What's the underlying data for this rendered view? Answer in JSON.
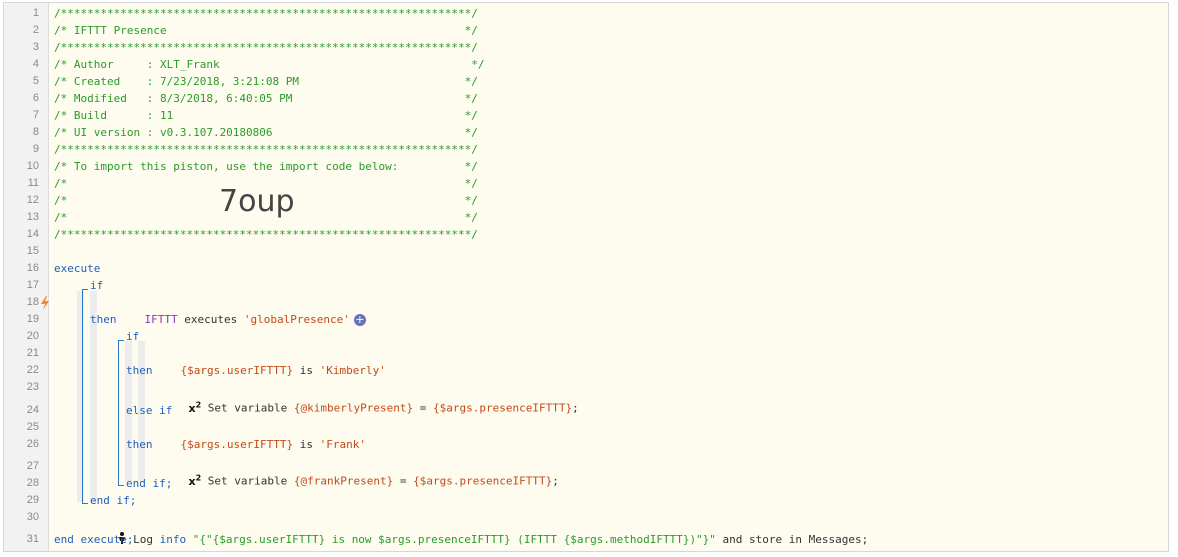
{
  "gutter": {
    "lines": [
      "1",
      "2",
      "3",
      "4",
      "5",
      "6",
      "7",
      "8",
      "9",
      "10",
      "11",
      "12",
      "13",
      "14",
      "15",
      "16",
      "17",
      "18",
      "19",
      "20",
      "21",
      "22",
      "23",
      "24",
      "25",
      "26",
      "27",
      "28",
      "29",
      "30",
      "31"
    ]
  },
  "header": {
    "border": "/**************************************************************/",
    "title": "/* IFTTT Presence                                             */",
    "author": "/* Author     : XLT_Frank                                      */",
    "created": "/* Created    : 7/23/2018, 3:21:08 PM                         */",
    "modified": "/* Modified   : 8/3/2018, 6:40:05 PM                          */",
    "build": "/* Build      : 11                                            */",
    "ui_version": "/* UI version : v0.3.107.20180806                             */",
    "import_note": "/* To import this piston, use the import code below:          */",
    "blank": "/*                                                            */",
    "import_code": "7oup"
  },
  "code": {
    "execute": "execute",
    "if": "if",
    "ifttt": "IFTTT",
    "executes": " executes ",
    "global_presence": "'globalPresence'",
    "plus": "+",
    "then": "then",
    "args_user": "{$args.userIFTTT}",
    "is": " is ",
    "kimberly": "'Kimberly'",
    "frank": "'Frank'",
    "x2_label": "x",
    "x2_sup": "2",
    "set_variable": " Set variable ",
    "kimberly_var": "{@kimberlyPresent}",
    "frank_var": "{@frankPresent}",
    "equals": " = ",
    "args_presence": "{$args.presenceIFTTT}",
    "semicolon": ";",
    "else_if": "else if",
    "end_if": "end if;",
    "log": " Log ",
    "info": "info",
    "log_message": " \"{\"{$args.userIFTTT} is now $args.presenceIFTTT} (IFTTT {$args.methodIFTTT})\"}\"",
    "log_tail": " and store in Messages;",
    "end_execute": "end execute;"
  },
  "colors": {
    "comment": "#2a9a2a",
    "keyword": "#1f5fbf",
    "function": "#8a35c9",
    "string": "#c4491a",
    "bracket": "#2b7ac9",
    "trigger_bolt": "#f08a24"
  },
  "icons": {
    "trigger": "lightning-bolt-icon",
    "add": "plus-circle-icon",
    "set_variable": "x-squared-icon",
    "log": "person-icon"
  }
}
